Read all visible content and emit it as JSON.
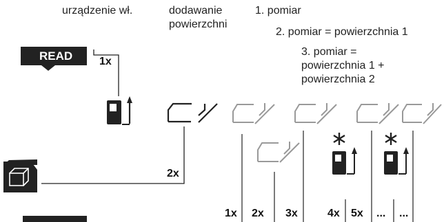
{
  "labels": {
    "device_on": "urządzenie wł.",
    "adding_area_line1": "dodawanie",
    "adding_area_line2": "powierzchni",
    "measure_1": "1. pomiar",
    "measure_2": "2. pomiar = powierzchnia 1",
    "measure_3_line1": "3. pomiar =",
    "measure_3_line2": "powierzchnia 1 +",
    "measure_3_line3": "powierzchnia 2"
  },
  "buttons": {
    "read_label": "READ"
  },
  "presses": {
    "read": "1x",
    "area_key": "2x",
    "row": [
      "1x",
      "2x",
      "3x",
      "4x",
      "5x",
      "...",
      "..."
    ]
  },
  "colors": {
    "ink": "#222222",
    "button_fill": "#222222",
    "light_shape": "#999999"
  },
  "icons": [
    "read-button-icon",
    "area-button-icon",
    "device-laser-icon",
    "area-icon",
    "laser-star-icon"
  ]
}
